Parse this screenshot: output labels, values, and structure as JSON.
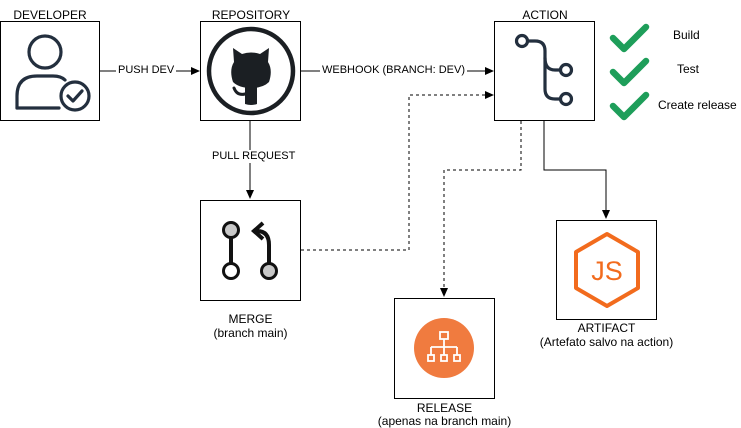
{
  "nodes": {
    "developer": {
      "title": "DEVELOPER"
    },
    "repository": {
      "title": "REPOSITORY"
    },
    "action": {
      "title": "ACTION"
    },
    "merge": {
      "title": "MERGE",
      "subtitle": "(branch main)"
    },
    "release": {
      "title": "RELEASE",
      "subtitle": "(apenas na branch main)"
    },
    "artifact": {
      "title": "ARTIFACT",
      "subtitle": "(Artefato salvo na action)"
    }
  },
  "edges": {
    "push": "PUSH DEV",
    "webhook": "WEBHOOK (BRANCH: DEV)",
    "pull_request": "PULL REQUEST"
  },
  "checklist": [
    "Build",
    "Test",
    "Create release"
  ],
  "colors": {
    "check": "#1e9e5a",
    "release": "#f07b3f",
    "node_js": "#f26b1d",
    "merge_fill": "#c8c8c8"
  }
}
